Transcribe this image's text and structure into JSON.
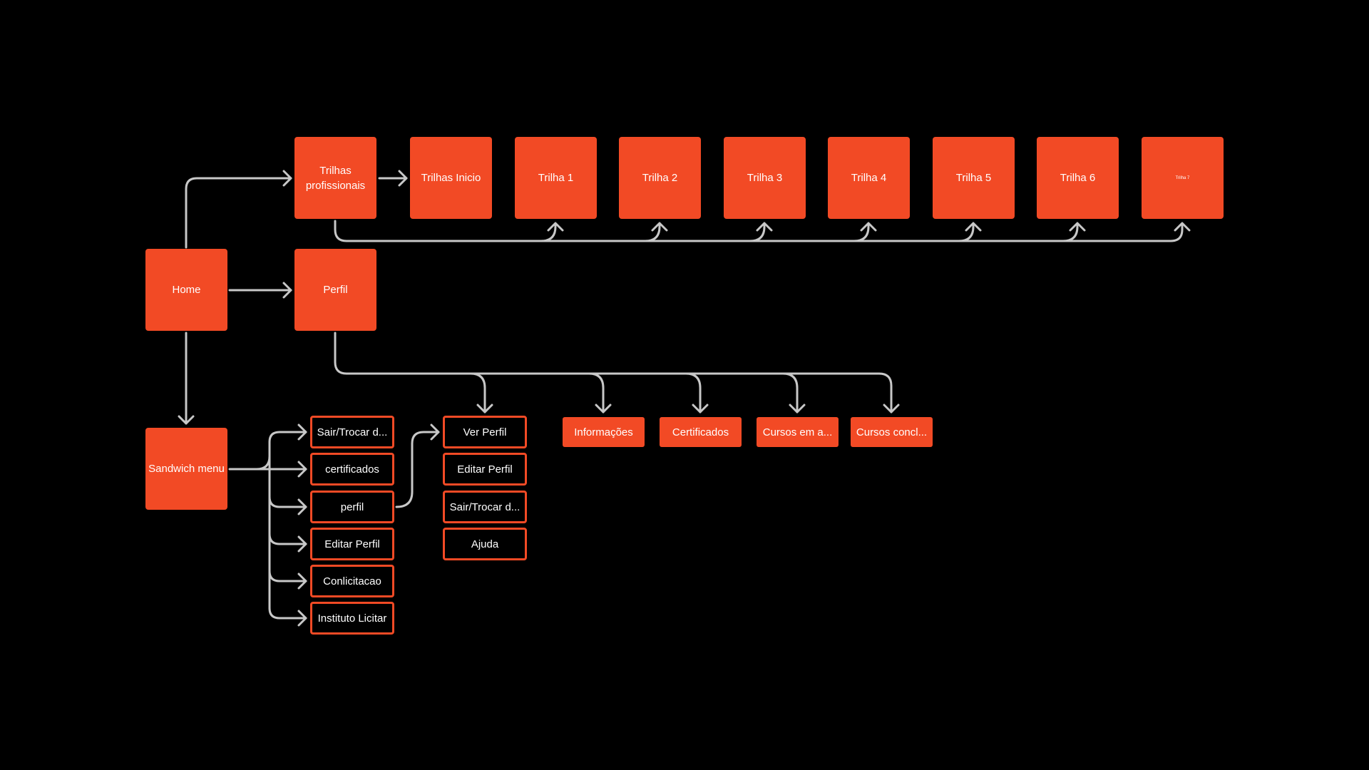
{
  "colors": {
    "background": "#000000",
    "node_fill": "#F24A25",
    "node_text": "#FFFFFF",
    "connector": "#C8C8C8"
  },
  "nodes": {
    "home": "Home",
    "trilhas_profissionais": "Trilhas profissionais",
    "perfil": "Perfil",
    "sandwich_menu": "Sandwich menu",
    "trilhas_inicio": "Trilhas Inicio",
    "trilha_1": "Trilha 1",
    "trilha_2": "Trilha 2",
    "trilha_3": "Trilha 3",
    "trilha_4": "Trilha 4",
    "trilha_5": "Trilha 5",
    "trilha_6": "Trilha 6",
    "trilha_7": "Trilha 7",
    "informacoes": "Informações",
    "certificados": "Certificados",
    "cursos_em_andamento": "Cursos em a...",
    "cursos_concluidos": "Cursos concl...",
    "menu_sair": "Sair/Trocar d...",
    "menu_certificados": "certificados",
    "menu_perfil": "perfil",
    "menu_editar_perfil": "Editar Perfil",
    "menu_conlicitacao": "Conlicitacao",
    "menu_instituto": "Instituto Licitar",
    "sub_ver_perfil": "Ver Perfil",
    "sub_editar_perfil": "Editar Perfil",
    "sub_sair": "Sair/Trocar d...",
    "sub_ajuda": "Ajuda"
  }
}
